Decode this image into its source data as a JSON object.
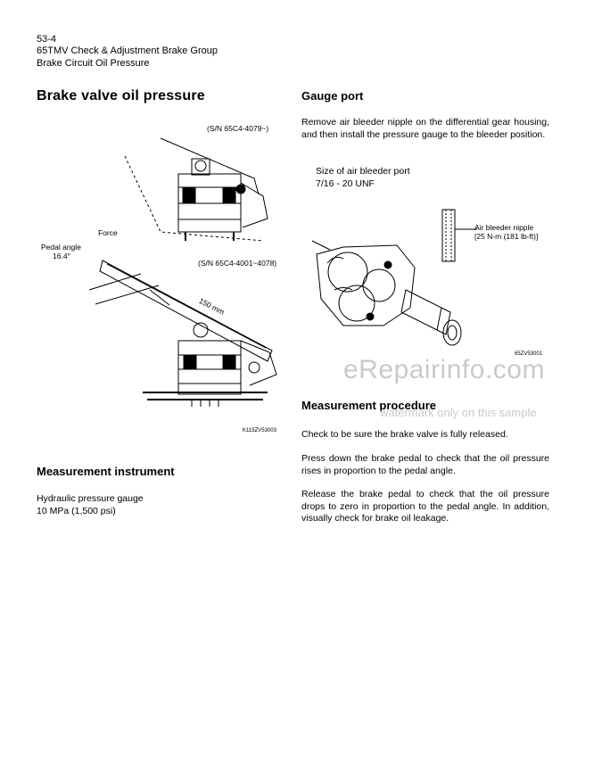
{
  "header": {
    "page_number": "53-4",
    "model_group": "65TMV Check & Adjustment Brake Group",
    "section": "Brake Circuit Oil Pressure"
  },
  "left": {
    "title": "Brake valve oil pressure",
    "figure": {
      "serial_top": "(S/N 65C4-4079~)",
      "serial_bottom": "(S/N 65C4-4001~4078)",
      "force_label": "Force",
      "pedal_angle_label": "Pedal angle",
      "pedal_angle_value": "16.4°",
      "length_label": "150 mm",
      "figure_code": "K115ZV53003"
    },
    "instrument_heading": "Measurement instrument",
    "instrument_line1": "Hydraulic pressure gauge",
    "instrument_line2": "10 MPa (1,500 psi)"
  },
  "right": {
    "gauge_heading": "Gauge port",
    "gauge_text": "Remove air bleeder nipple on the differential gear housing, and then install the pressure gauge to the bleeder position.",
    "port_size_label": "Size of air bleeder port",
    "port_size_value": "7/16 - 20 UNF",
    "figure": {
      "nipple_label": "Air bleeder nipple",
      "nipple_torque": "[25 N-m (181 lb-ft)]",
      "figure_code": "65ZV53001"
    },
    "procedure_heading": "Measurement procedure",
    "procedure_p1": "Check to be sure the brake valve is fully released.",
    "procedure_p2": "Press down the brake pedal to check that the oil pressure rises in proportion to the pedal angle.",
    "procedure_p3": "Release the brake pedal to check that the oil pressure drops to zero in proportion to the pedal angle. In addition, visually check for brake oil leakage."
  },
  "watermark": {
    "site": "eRepairinfo.com",
    "note": "watermark only on this sample"
  }
}
